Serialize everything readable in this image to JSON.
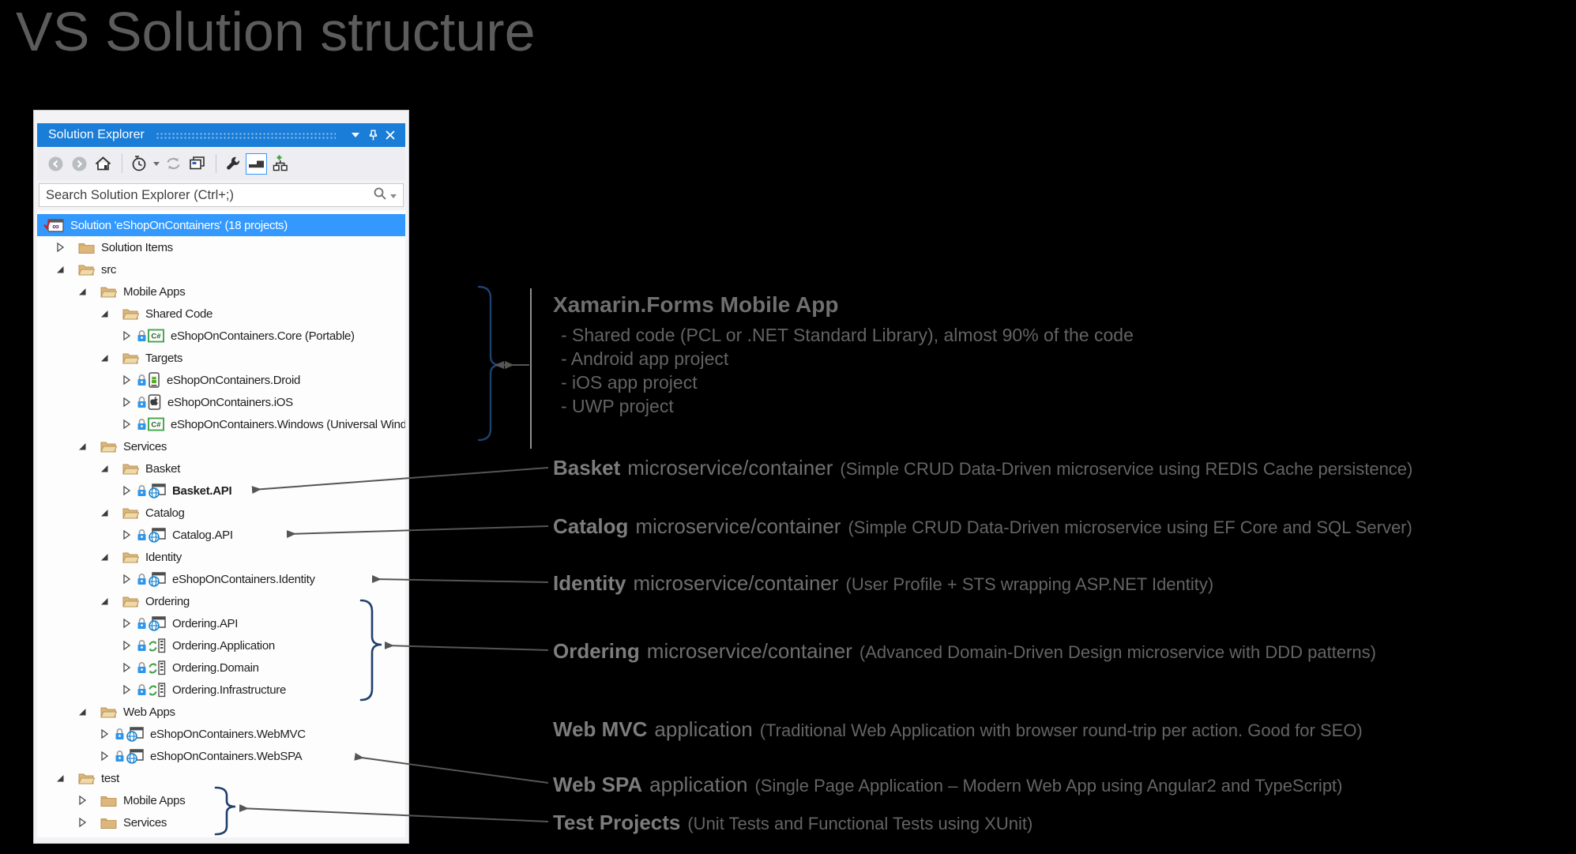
{
  "page": {
    "title": "VS Solution structure"
  },
  "panel": {
    "title": "Solution Explorer",
    "titlebar_icons": [
      "window-position-caret",
      "pin",
      "close"
    ],
    "search_placeholder": "Search Solution Explorer (Ctrl+;)",
    "toolbar_icons": [
      "back",
      "forward",
      "home",
      "history",
      "history-caret",
      "sync",
      "collapse-all",
      "properties-wrench",
      "preview-selected-items",
      "new-diagram"
    ],
    "tree": [
      {
        "label": "Solution 'eShopOnContainers' (18 projects)",
        "icon": "solution",
        "level": 0,
        "expand": "none",
        "selected": true
      },
      {
        "label": "Solution Items",
        "icon": "folder-closed",
        "level": 1,
        "expand": "collapsed"
      },
      {
        "label": "src",
        "icon": "folder-open",
        "level": 1,
        "expand": "expanded"
      },
      {
        "label": "Mobile Apps",
        "icon": "folder-open",
        "level": 2,
        "expand": "expanded"
      },
      {
        "label": "Shared Code",
        "icon": "folder-open",
        "level": 3,
        "expand": "expanded"
      },
      {
        "label": "eShopOnContainers.Core (Portable)",
        "icon": "csharp",
        "lock": true,
        "level": 4,
        "expand": "collapsed"
      },
      {
        "label": "Targets",
        "icon": "folder-open",
        "level": 3,
        "expand": "expanded"
      },
      {
        "label": "eShopOnContainers.Droid",
        "icon": "droid",
        "lock": true,
        "level": 4,
        "expand": "collapsed"
      },
      {
        "label": "eShopOnContainers.iOS",
        "icon": "ios",
        "lock": true,
        "level": 4,
        "expand": "collapsed"
      },
      {
        "label": "eShopOnContainers.Windows (Universal Windows)",
        "icon": "csharp",
        "lock": true,
        "level": 4,
        "expand": "collapsed"
      },
      {
        "label": "Services",
        "icon": "folder-open",
        "level": 2,
        "expand": "expanded"
      },
      {
        "label": "Basket",
        "icon": "folder-open",
        "level": 3,
        "expand": "expanded"
      },
      {
        "label": "Basket.API",
        "icon": "web",
        "lock": true,
        "level": 4,
        "expand": "collapsed",
        "bold": true
      },
      {
        "label": "Catalog",
        "icon": "folder-open",
        "level": 3,
        "expand": "expanded"
      },
      {
        "label": "Catalog.API",
        "icon": "web",
        "lock": true,
        "level": 4,
        "expand": "collapsed"
      },
      {
        "label": "Identity",
        "icon": "folder-open",
        "level": 3,
        "expand": "expanded"
      },
      {
        "label": "eShopOnContainers.Identity",
        "icon": "web",
        "lock": true,
        "level": 4,
        "expand": "collapsed"
      },
      {
        "label": "Ordering",
        "icon": "folder-open",
        "level": 3,
        "expand": "expanded"
      },
      {
        "label": "Ordering.API",
        "icon": "web",
        "lock": true,
        "level": 4,
        "expand": "collapsed"
      },
      {
        "label": "Ordering.Application",
        "icon": "classlib",
        "lock": true,
        "level": 4,
        "expand": "collapsed"
      },
      {
        "label": "Ordering.Domain",
        "icon": "classlib",
        "lock": true,
        "level": 4,
        "expand": "collapsed"
      },
      {
        "label": "Ordering.Infrastructure",
        "icon": "classlib",
        "lock": true,
        "level": 4,
        "expand": "collapsed"
      },
      {
        "label": "Web Apps",
        "icon": "folder-open",
        "level": 2,
        "expand": "expanded"
      },
      {
        "label": "eShopOnContainers.WebMVC",
        "icon": "web",
        "lock": true,
        "level": 3,
        "expand": "collapsed"
      },
      {
        "label": "eShopOnContainers.WebSPA",
        "icon": "web",
        "lock": true,
        "level": 3,
        "expand": "collapsed"
      },
      {
        "label": "test",
        "icon": "folder-open",
        "level": 1,
        "expand": "expanded"
      },
      {
        "label": "Mobile Apps",
        "icon": "folder-closed",
        "level": 2,
        "expand": "collapsed"
      },
      {
        "label": "Services",
        "icon": "folder-closed",
        "level": 2,
        "expand": "collapsed"
      }
    ]
  },
  "annotations": {
    "mobile": {
      "title": "Xamarin.Forms Mobile App",
      "lines": [
        "- Shared code (PCL or .NET Standard Library), almost 90% of the code",
        "- Android app project",
        "- iOS app project",
        "- UWP project"
      ]
    },
    "items": [
      {
        "name": "basket",
        "bold": "Basket",
        "normal": "microservice/container",
        "paren": "(Simple CRUD Data-Driven microservice using REDIS Cache persistence)"
      },
      {
        "name": "catalog",
        "bold": "Catalog",
        "normal": "microservice/container",
        "paren": "(Simple CRUD Data-Driven microservice using EF Core and SQL Server)"
      },
      {
        "name": "identity",
        "bold": "Identity",
        "normal": "microservice/container",
        "paren": "(User Profile + STS wrapping ASP.NET Identity)"
      },
      {
        "name": "ordering",
        "bold": "Ordering",
        "normal": "microservice/container",
        "paren": "(Advanced Domain-Driven Design microservice with DDD patterns)"
      },
      {
        "name": "web-mvc",
        "bold": "Web MVC",
        "normal": "application",
        "paren": "(Traditional Web Application with browser round-trip per action. Good for SEO)"
      },
      {
        "name": "web-spa",
        "bold": "Web SPA",
        "normal": "application",
        "paren": "(Single Page Application – Modern Web App using Angular2 and TypeScript)"
      },
      {
        "name": "test-projects",
        "bold": "Test Projects",
        "normal": "",
        "paren": "(Unit Tests and Functional Tests using XUnit)"
      }
    ]
  },
  "colors": {
    "titlebar_blue": "#1a7dd7",
    "selection_blue": "#3399ff",
    "folder_tan": "#dcb67a",
    "brace_navy": "#20406e",
    "arrow_gray": "#555555",
    "lock_blue": "#2e96ea",
    "title_gray": "#5c5c5c"
  }
}
